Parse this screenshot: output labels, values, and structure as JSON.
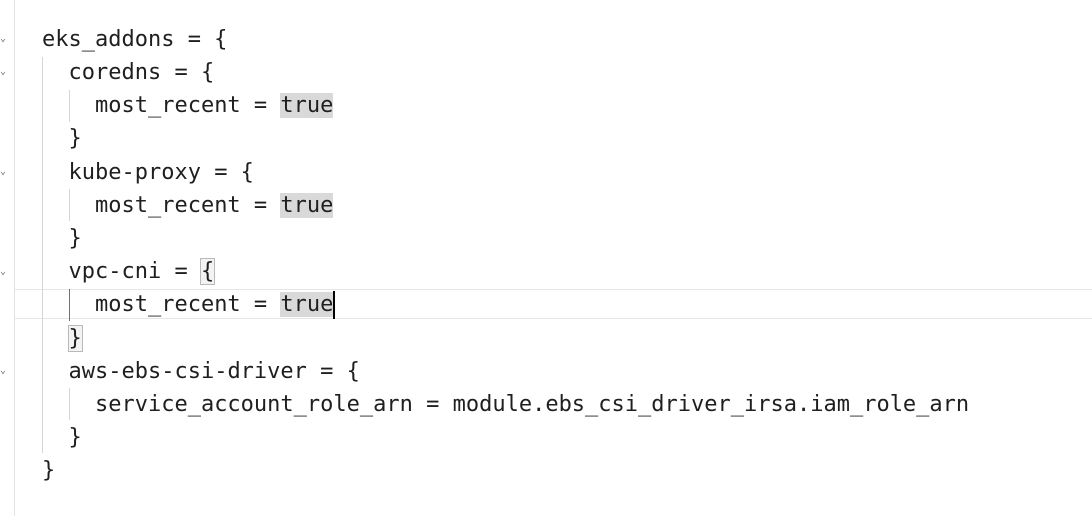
{
  "editor": {
    "lines": [
      {
        "indent": "",
        "text": "eks_addons = {"
      },
      {
        "indent": "  ",
        "text": "coredns = {"
      },
      {
        "indent": "    ",
        "key": "most_recent = ",
        "value": "true"
      },
      {
        "indent": "  ",
        "text": "}"
      },
      {
        "indent": "  ",
        "text": "kube-proxy = {"
      },
      {
        "indent": "    ",
        "key": "most_recent = ",
        "value": "true"
      },
      {
        "indent": "  ",
        "text": "}"
      },
      {
        "indent": "  ",
        "key": "vpc-cni = ",
        "value": "{"
      },
      {
        "indent": "    ",
        "key": "most_recent = ",
        "value": "true"
      },
      {
        "indent": "  ",
        "text": "}"
      },
      {
        "indent": "  ",
        "text": "aws-ebs-csi-driver = {"
      },
      {
        "indent": "    ",
        "text": "service_account_role_arn = module.ebs_csi_driver_irsa.iam_role_arn"
      },
      {
        "indent": "  ",
        "text": "}"
      },
      {
        "indent": "",
        "text": "}"
      }
    ]
  }
}
